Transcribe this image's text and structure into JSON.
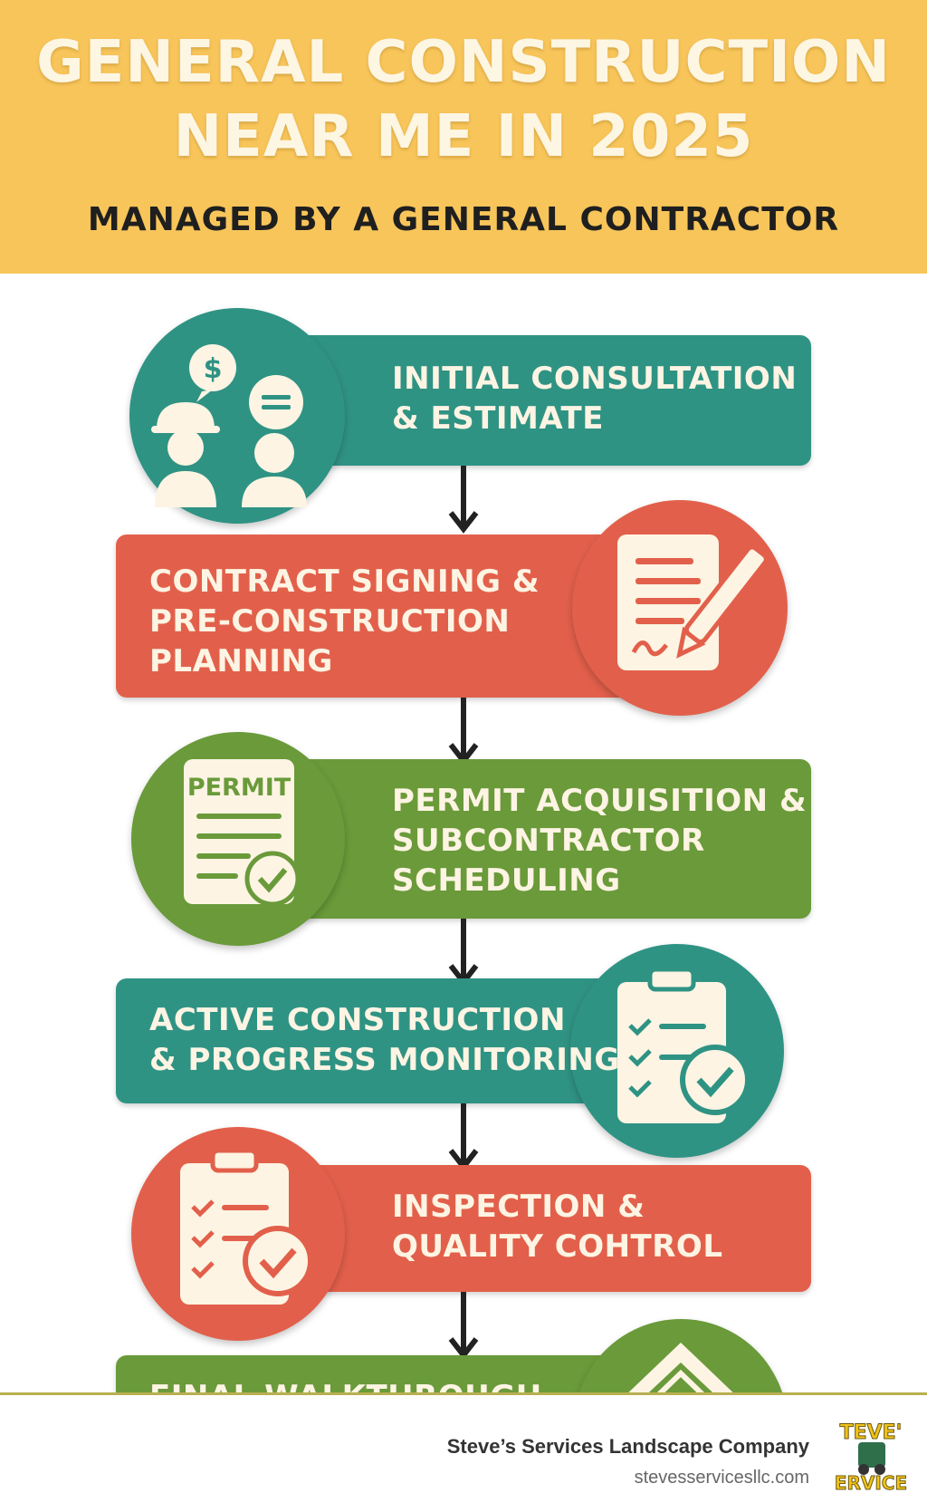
{
  "header": {
    "title_line1": "GENERAL CONSTRUCTION",
    "title_line2": "NEAR ME IN 2025",
    "subtitle": "MANAGED BY A GENERAL CONTRACTOR"
  },
  "steps": [
    {
      "label": "INITIAL CONSULTATION\n& ESTIMATE",
      "icon": "consultation-icon",
      "color": "#2f9384"
    },
    {
      "label": "CONTRACT SIGNING &\nPRE-CONSTRUCTION\nPLANNING",
      "icon": "contract-sign-icon",
      "color": "#e2604b"
    },
    {
      "label": "PERMIT ACQUISITION &\nSUBCONTRACTOR\nSCHEDULING",
      "icon": "permit-icon",
      "color": "#6a9a3a",
      "icon_text": "PERMIT"
    },
    {
      "label": "ACTIVE CONSTRUCTION\n& PROGRESS MONITORING",
      "icon": "clipboard-check-icon",
      "color": "#2f9384"
    },
    {
      "label": "INSPECTION &\nQUALITY COHTROL",
      "icon": "clipboard-check-icon",
      "color": "#e2604b"
    },
    {
      "label": "FINAL WALKTHROUGH",
      "icon": "house-icon",
      "color": "#6a9a3a"
    }
  ],
  "footer": {
    "company": "Steve’s Services Landscape Company",
    "website": "stevesservicesllc.com",
    "logo_text_top": "TEVE'",
    "logo_text_bottom": "ERVICE"
  }
}
